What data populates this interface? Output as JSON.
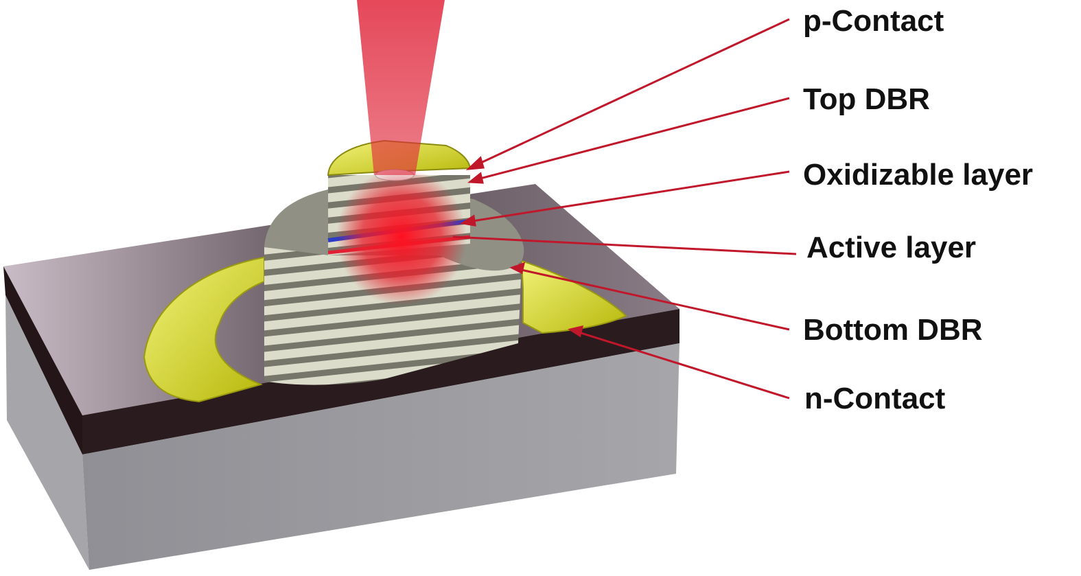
{
  "title": "VCSEL structure schematic",
  "labels": {
    "p_contact": "p-Contact",
    "top_dbr": "Top DBR",
    "oxidizable_layer": "Oxidizable layer",
    "active_layer": "Active layer",
    "bottom_dbr": "Bottom DBR",
    "n_contact": "n-Contact"
  },
  "colors": {
    "arrow": "#c0172b",
    "beam": "#e0283c",
    "contact_gold": "#d8d820",
    "substrate_side": "#9a9aa0",
    "dbr_light": "#d9d9c8",
    "dbr_dark": "#7a7a6e",
    "oxide": "#2a3cc8"
  }
}
